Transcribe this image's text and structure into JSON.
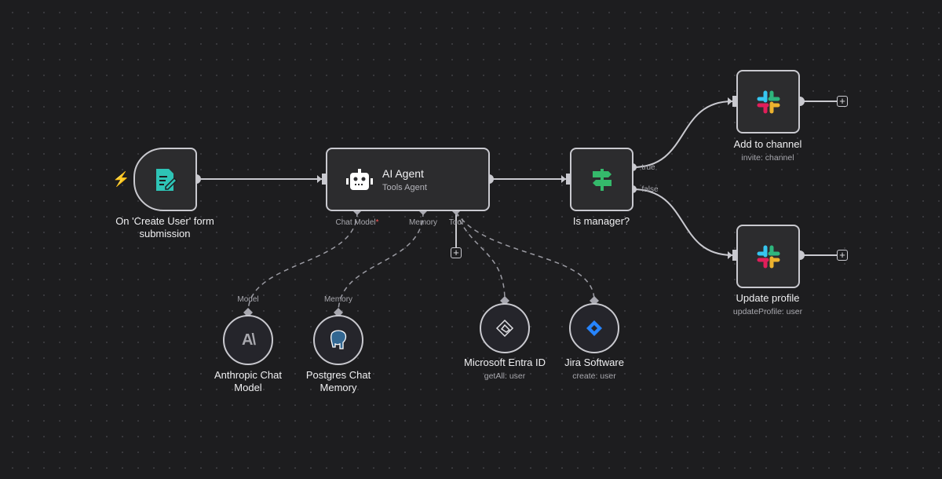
{
  "nodes": {
    "trigger": {
      "label": "On 'Create User' form submission",
      "line1": "On 'Create User' form",
      "line2": "submission",
      "icon": "form-icon"
    },
    "agent": {
      "title": "AI Agent",
      "subtitle": "Tools Agent",
      "icon": "robot-icon",
      "handles": {
        "chat_model": "Chat Model",
        "required_mark": "*",
        "memory": "Memory",
        "tool": "Tool"
      }
    },
    "if": {
      "label": "Is manager?",
      "out_true": "true",
      "out_false": "false",
      "icon": "signpost-icon"
    },
    "slack_add": {
      "label": "Add to channel",
      "subtitle": "invite: channel",
      "icon": "slack-icon"
    },
    "slack_update": {
      "label": "Update profile",
      "subtitle": "updateProfile: user",
      "icon": "slack-icon"
    },
    "anthropic": {
      "line1": "Anthropic Chat",
      "line2": "Model",
      "handle": "Model",
      "icon": "anthropic-icon"
    },
    "postgres": {
      "line1": "Postgres Chat",
      "line2": "Memory",
      "handle": "Memory",
      "icon": "postgres-icon"
    },
    "entra": {
      "label": "Microsoft Entra ID",
      "subtitle": "getAll: user",
      "icon": "entra-icon"
    },
    "jira": {
      "label": "Jira Software",
      "subtitle": "create: user",
      "icon": "jira-icon"
    }
  },
  "plus": "+",
  "colors": {
    "accent": "#ff6d5a",
    "edge": "#c9c9cf",
    "form": "#2ec4b6",
    "if": "#35b96b",
    "jira": "#2684ff"
  }
}
